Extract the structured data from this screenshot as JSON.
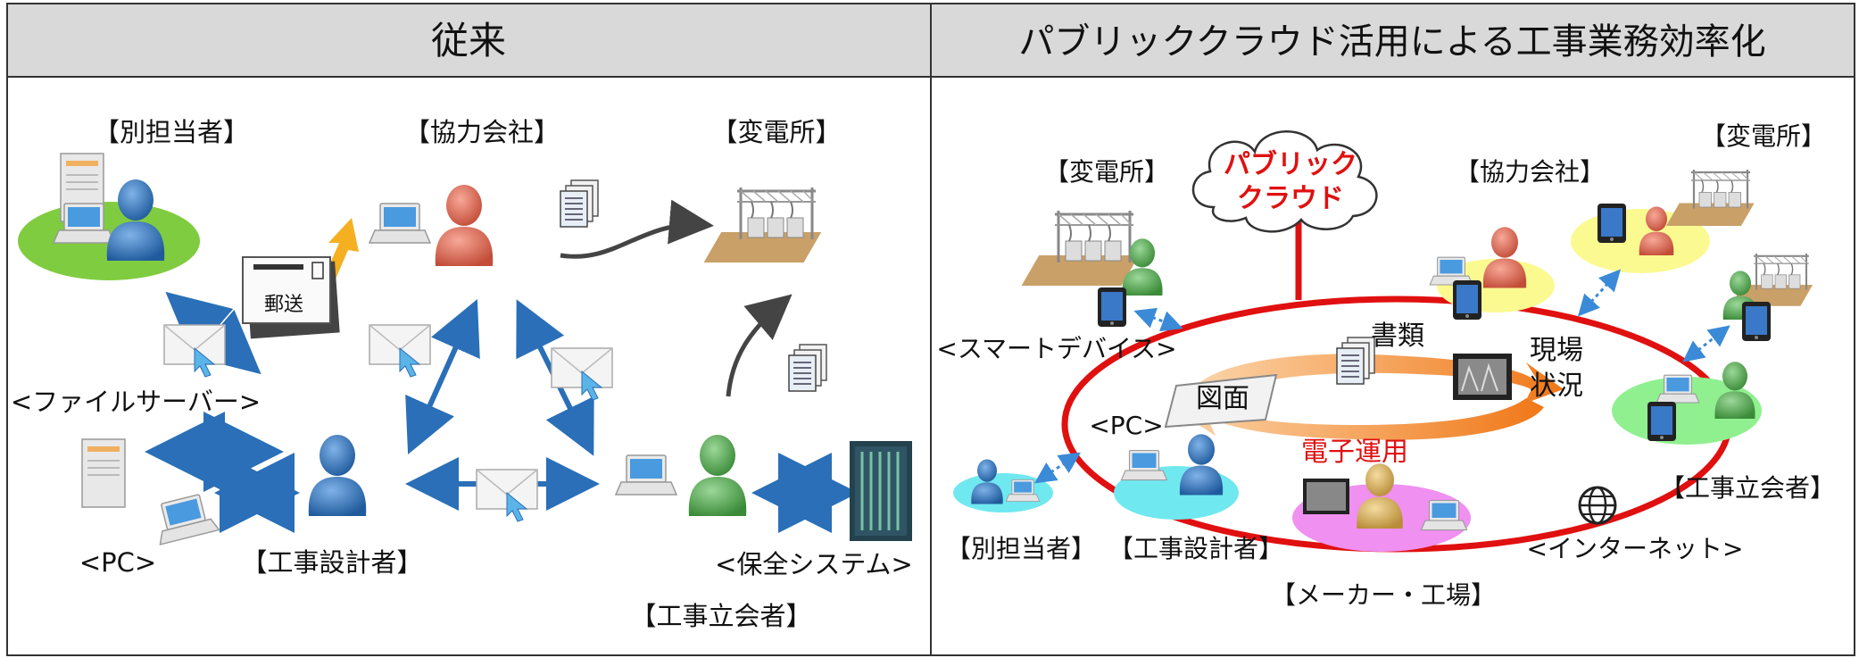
{
  "left_panel": {
    "header": "従来",
    "labels": {
      "other_staff": "【別担当者】",
      "partner_company": "【協力会社】",
      "substation": "【変電所】",
      "file_server": "<ファイルサーバー>",
      "pc": "<PC>",
      "designer": "【工事設計者】",
      "maintenance_system": "<保全システム>",
      "supervisor": "【工事立会者】",
      "mail_label": "郵送"
    }
  },
  "right_panel": {
    "header": "パブリッククラウド活用による工事業務効率化",
    "labels": {
      "cloud_line1": "パブリック",
      "cloud_line2": "クラウド",
      "substation_left": "【変電所】",
      "partner_company": "【協力会社】",
      "substation_right": "【変電所】",
      "smart_device": "<スマートデバイス>",
      "documents": "書類",
      "site_line1": "現場",
      "site_line2": "状況",
      "drawings": "図面",
      "pc": "<PC>",
      "electronic_operation": "電子運用",
      "supervisor": "【工事立会者】",
      "other_staff": "【別担当者】",
      "designer": "【工事設計者】",
      "internet": "<インターネット>",
      "maker_factory": "【メーカー・工場】"
    }
  },
  "colors": {
    "header_bg": "#d9d9d9",
    "ring": "#e01010",
    "highlight_text": "#e01010",
    "flow_arrow": "#f07818",
    "link_arrow": "#2a6fb8",
    "person_blue": "#2a6fb8",
    "person_red": "#e0705a",
    "person_green": "#5cac5a",
    "person_tan": "#d8b060"
  }
}
